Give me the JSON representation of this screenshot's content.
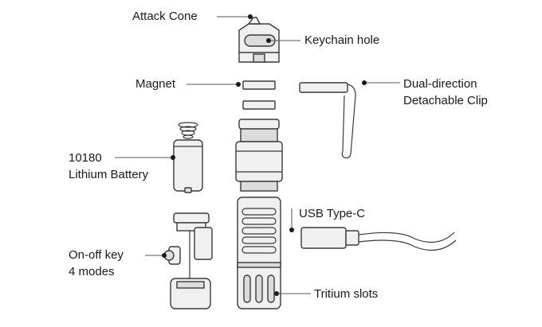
{
  "labels": {
    "attack_cone": "Attack Cone",
    "keychain_hole": "Keychain hole",
    "magnet": "Magnet",
    "clip_line1": "Dual-direction",
    "clip_line2": "Detachable Clip",
    "battery_line1": "10180",
    "battery_line2": "Lithium Battery",
    "usb": "USB Type-C",
    "onoff_line1": "On-off key",
    "onoff_line2": "4 modes",
    "tritium": "Tritium slots"
  },
  "icons": [
    "flashlight-tail-cap",
    "magnet-disc",
    "pocket-clip",
    "battery",
    "spring",
    "flashlight-head",
    "flashlight-body",
    "usb-cable",
    "switch-assembly"
  ]
}
